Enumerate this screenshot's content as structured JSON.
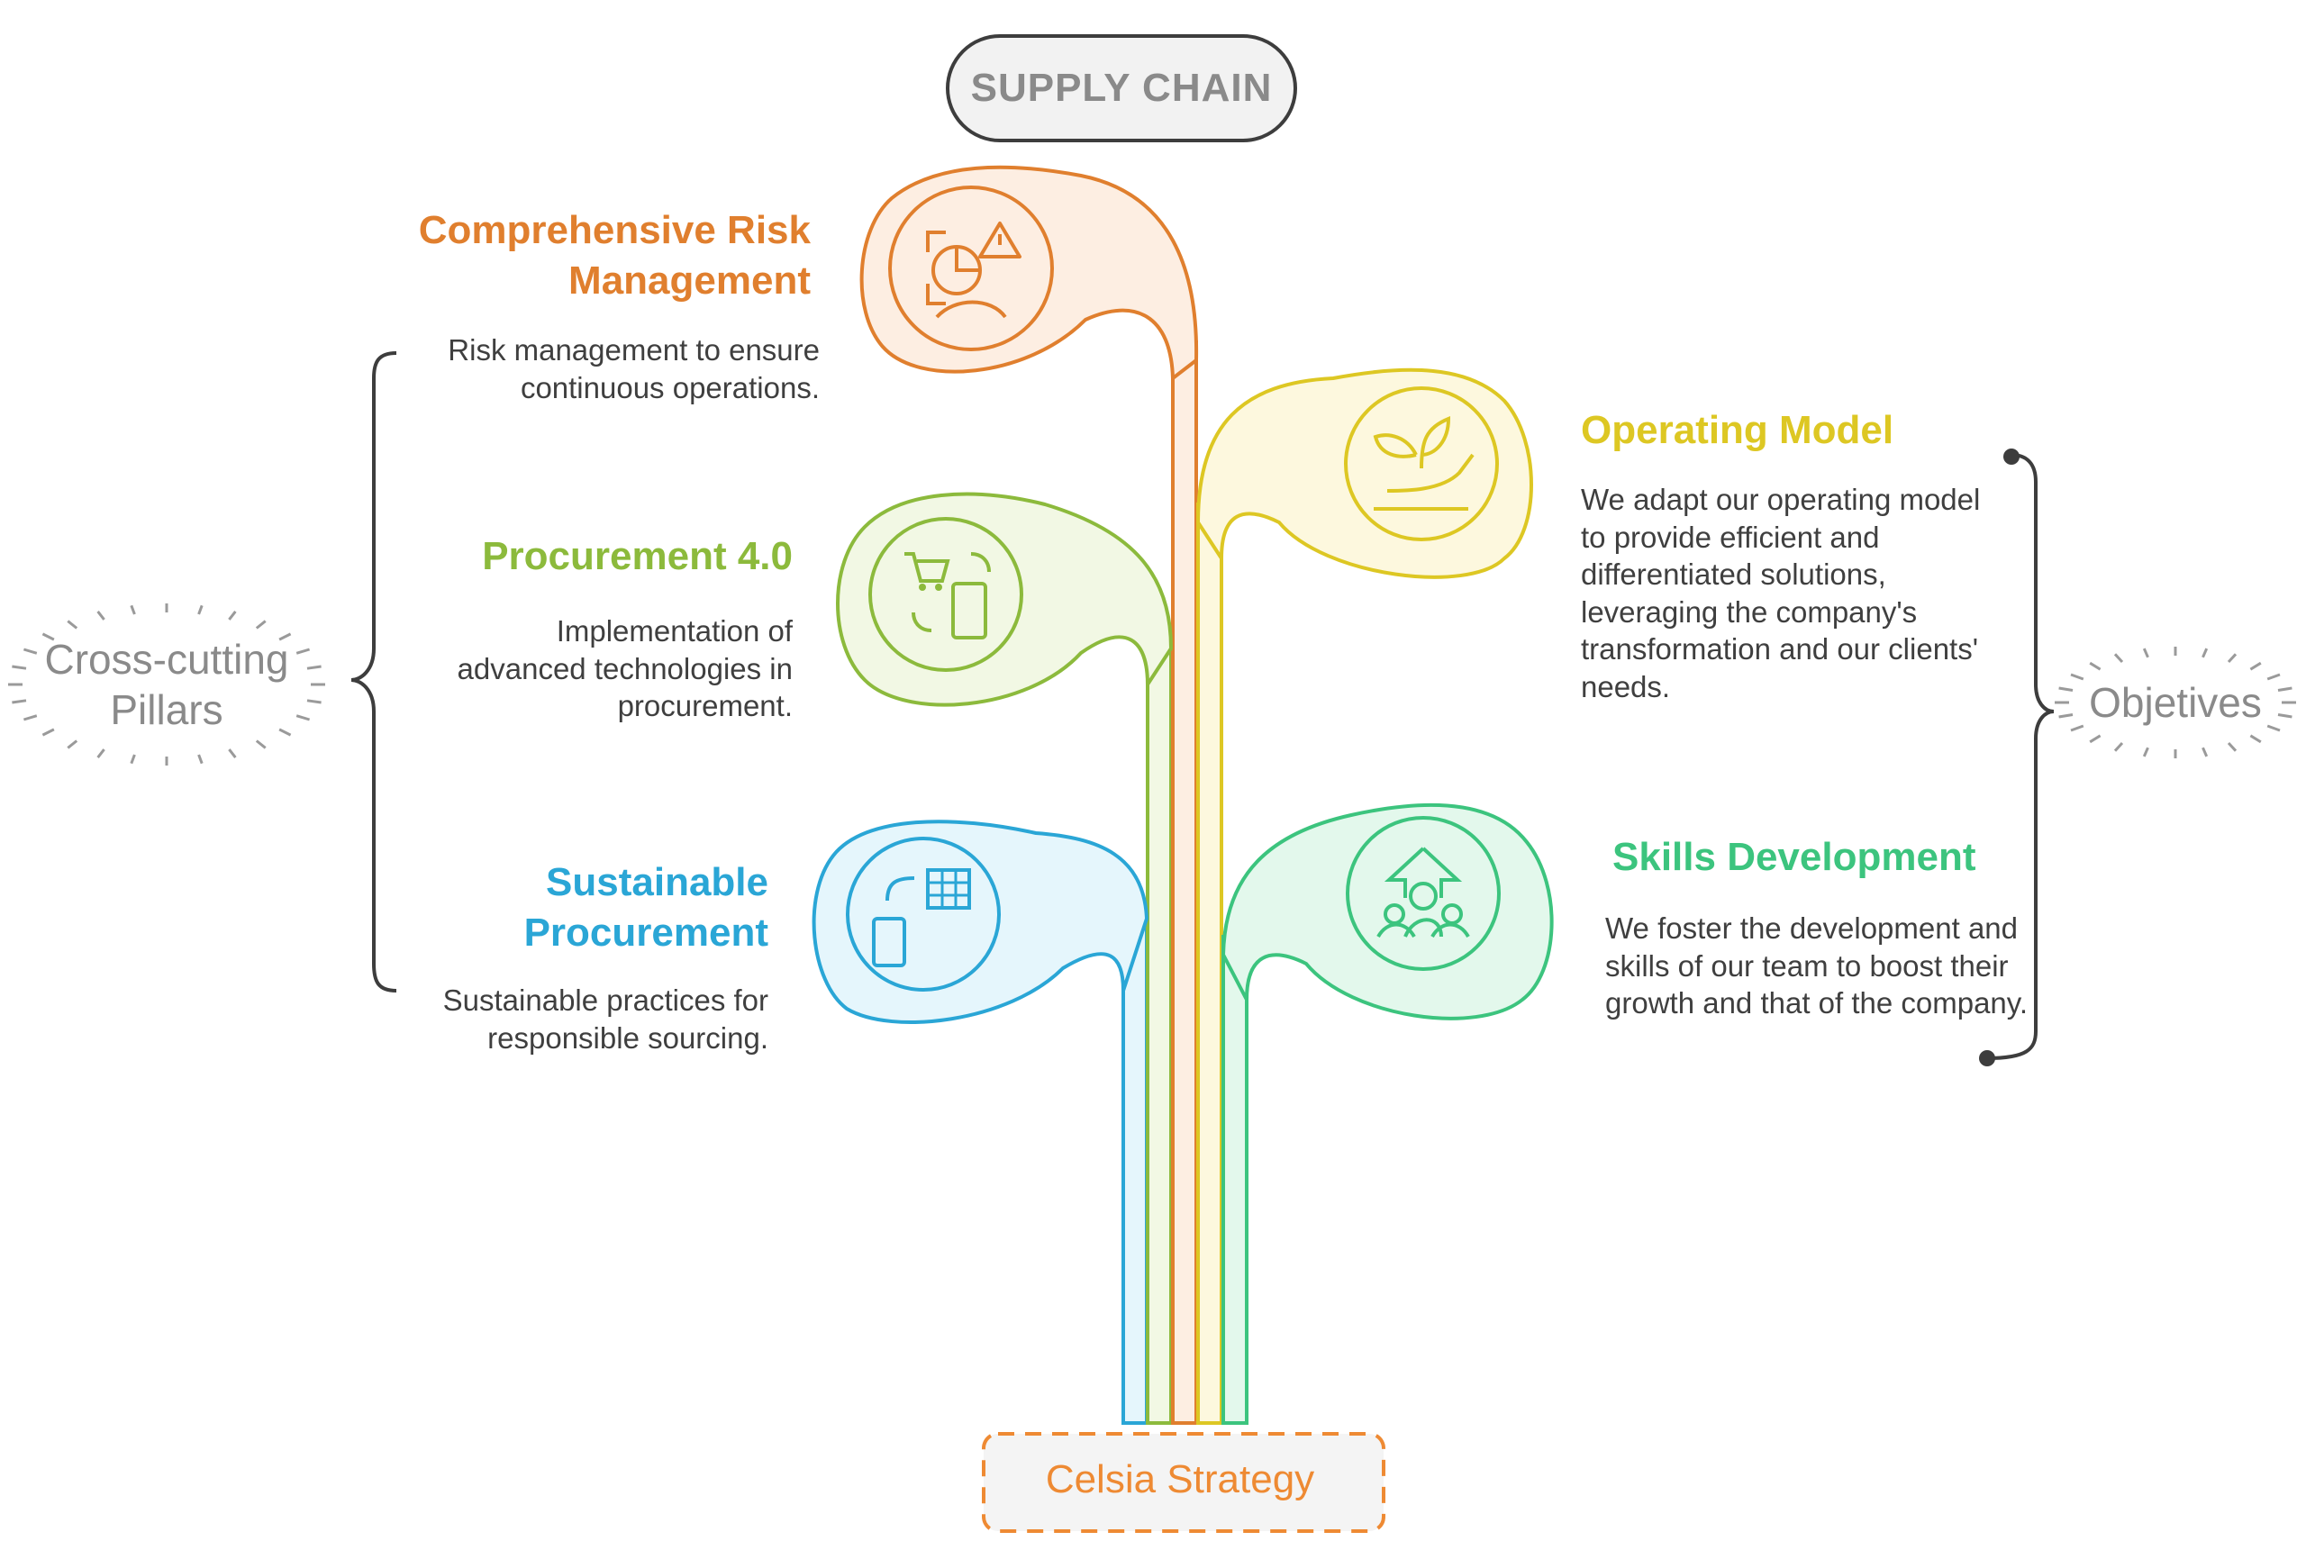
{
  "header": {
    "label": "SUPPLY CHAIN"
  },
  "footer": {
    "label": "Celsia Strategy"
  },
  "groups": {
    "left_label": "Cross-cutting Pillars",
    "right_label": "Objetives"
  },
  "branches": [
    {
      "id": "risk",
      "title": "Comprehensive Risk Management",
      "description": "Risk management to ensure continuous operations.",
      "color": "#e07f2e",
      "fill": "#fdeee2",
      "icon": "risk-analysis-icon"
    },
    {
      "id": "procurement40",
      "title": "Procurement 4.0",
      "description": "Implementation of advanced technologies in procurement.",
      "color": "#8cba3c",
      "fill": "#f2f8e4",
      "icon": "digital-procurement-icon"
    },
    {
      "id": "sustainable",
      "title": "Sustainable Procurement",
      "description": "Sustainable practices for responsible sourcing.",
      "color": "#2aa6d6",
      "fill": "#e5f6fc",
      "icon": "sustainable-procurement-icon"
    },
    {
      "id": "operating",
      "title": "Operating Model",
      "description": "We adapt our operating model to provide efficient and differentiated solutions, leveraging the company's transformation and our clients' needs.",
      "color": "#ddc723",
      "fill": "#fdf8de",
      "icon": "growing-plant-hand-icon"
    },
    {
      "id": "skills",
      "title": "Skills Development",
      "description": "We foster the development and skills of our team to boost their growth and that of the company.",
      "color": "#3cc47e",
      "fill": "#e3f8ec",
      "icon": "team-growth-icon"
    }
  ]
}
